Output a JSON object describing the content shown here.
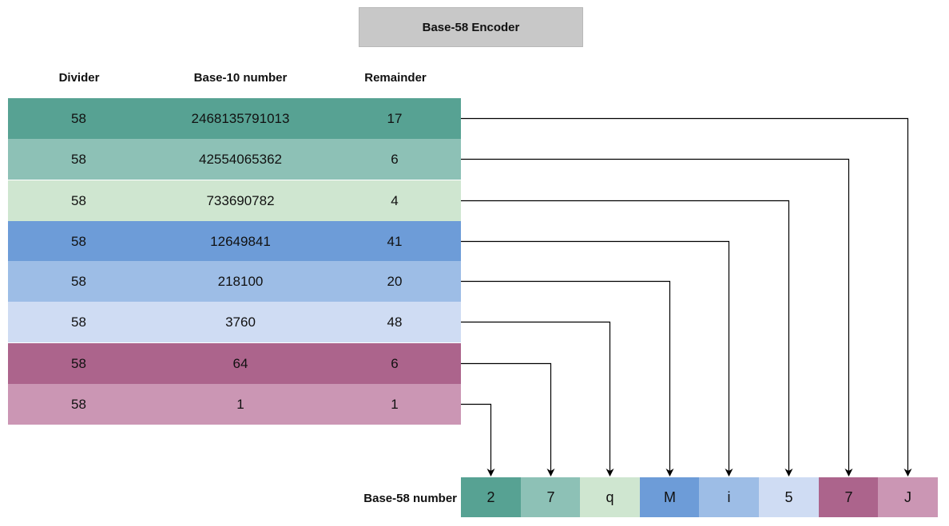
{
  "title": "Base-58 Encoder",
  "headers": {
    "divider": "Divider",
    "base10": "Base-10 number",
    "remainder": "Remainder"
  },
  "rows": [
    {
      "divider": "58",
      "number": "2468135791013",
      "remainder": "17",
      "color": "#57a293"
    },
    {
      "divider": "58",
      "number": "42554065362",
      "remainder": "6",
      "color": "#8dc1b6"
    },
    {
      "divider": "58",
      "number": "733690782",
      "remainder": "4",
      "color": "#cfe6d0"
    },
    {
      "divider": "58",
      "number": "12649841",
      "remainder": "41",
      "color": "#6d9cd8"
    },
    {
      "divider": "58",
      "number": "218100",
      "remainder": "20",
      "color": "#9dbde6"
    },
    {
      "divider": "58",
      "number": "3760",
      "remainder": "48",
      "color": "#cfdcf3"
    },
    {
      "divider": "58",
      "number": "64",
      "remainder": "6",
      "color": "#ac648c"
    },
    {
      "divider": "58",
      "number": "1",
      "remainder": "1",
      "color": "#cb96b4"
    }
  ],
  "output": {
    "label": "Base-58 number",
    "chars": [
      {
        "char": "2",
        "color": "#57a293"
      },
      {
        "char": "7",
        "color": "#8dc1b6"
      },
      {
        "char": "q",
        "color": "#cfe6d0"
      },
      {
        "char": "M",
        "color": "#6d9cd8"
      },
      {
        "char": "i",
        "color": "#9dbde6"
      },
      {
        "char": "5",
        "color": "#cfdcf3"
      },
      {
        "char": "7",
        "color": "#ac648c"
      },
      {
        "char": "J",
        "color": "#cb96b4"
      }
    ]
  }
}
